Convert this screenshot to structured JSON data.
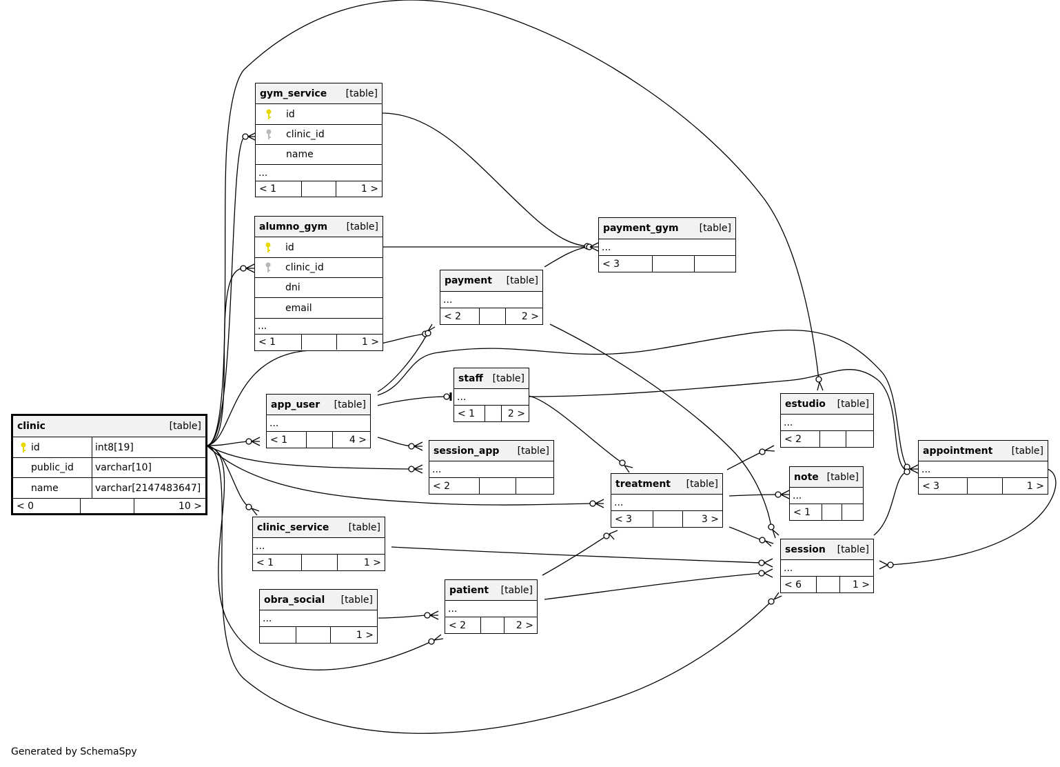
{
  "footer": "Generated by SchemaSpy",
  "type_label": "[table]",
  "ellipsis": "...",
  "colors": {
    "header_bg": "#f2f2f2",
    "pk_key": "#e6d800",
    "fk_key": "#b8b8b8",
    "line": "#000000"
  },
  "tables": {
    "gym_service": {
      "name": "gym_service",
      "columns": [
        "id",
        "clinic_id",
        "name"
      ],
      "nav": [
        "< 1",
        "",
        "1 >"
      ]
    },
    "alumno_gym": {
      "name": "alumno_gym",
      "columns": [
        "id",
        "clinic_id",
        "dni",
        "email"
      ],
      "nav": [
        "< 1",
        "",
        "1 >"
      ]
    },
    "payment_gym": {
      "name": "payment_gym",
      "nav": [
        "< 3",
        "",
        ""
      ]
    },
    "payment": {
      "name": "payment",
      "nav": [
        "< 2",
        "",
        "2 >"
      ]
    },
    "staff": {
      "name": "staff",
      "nav": [
        "< 1",
        "",
        "2 >"
      ]
    },
    "estudio": {
      "name": "estudio",
      "nav": [
        "< 2",
        "",
        ""
      ]
    },
    "app_user": {
      "name": "app_user",
      "nav": [
        "< 1",
        "",
        "4 >"
      ]
    },
    "session_app": {
      "name": "session_app",
      "nav": [
        "< 2",
        "",
        ""
      ]
    },
    "clinic": {
      "name": "clinic",
      "columns": [
        {
          "name": "id",
          "type": "int8[19]"
        },
        {
          "name": "public_id",
          "type": "varchar[10]"
        },
        {
          "name": "name",
          "type": "varchar[2147483647]"
        }
      ],
      "nav": [
        "< 0",
        "",
        "10 >"
      ]
    },
    "treatment": {
      "name": "treatment",
      "nav": [
        "< 3",
        "",
        "3 >"
      ]
    },
    "note": {
      "name": "note",
      "nav": [
        "< 1",
        "",
        ""
      ]
    },
    "appointment": {
      "name": "appointment",
      "nav": [
        "< 3",
        "",
        "1 >"
      ]
    },
    "clinic_service": {
      "name": "clinic_service",
      "nav": [
        "< 1",
        "",
        "1 >"
      ]
    },
    "session": {
      "name": "session",
      "nav": [
        "< 6",
        "",
        "1 >"
      ]
    },
    "obra_social": {
      "name": "obra_social",
      "nav": [
        "",
        "",
        "1 >"
      ]
    },
    "patient": {
      "name": "patient",
      "nav": [
        "< 2",
        "",
        "2 >"
      ]
    }
  }
}
